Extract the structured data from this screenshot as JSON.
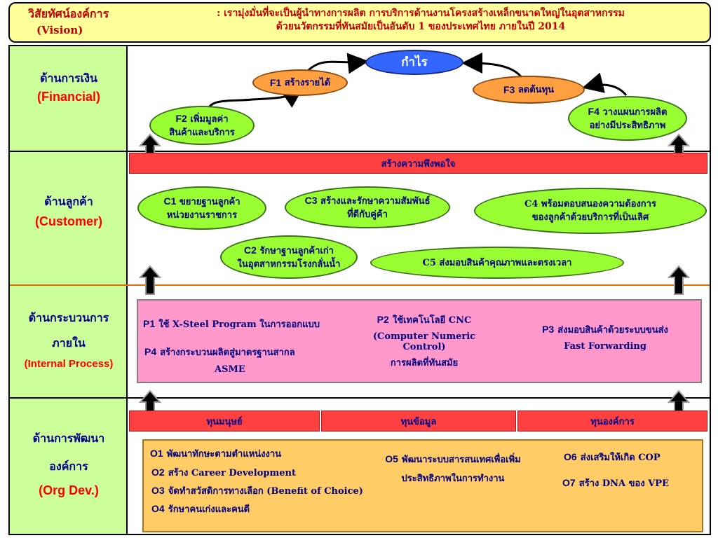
{
  "vision": {
    "title": "วิสัยทัศน์องค์การ",
    "subtitle": "(Vision)",
    "line1": ": เรามุ่งมั่นที่จะเป็นผู้นำทางการผลิต การบริการด้านงานโครงสร้างเหล็กขนาดใหญ่ในอุตสาหกรรม",
    "line2": "ด้วยนวัตกรรมที่ทันสมัยเป็นอันดับ 1 ของประเทศไทย ภายในปี 2014"
  },
  "perspectives": {
    "financial": {
      "th": "ด้านการเงิน",
      "en": "(Financial)"
    },
    "customer": {
      "th": "ด้านลูกค้า",
      "en": "(Customer)"
    },
    "internal": {
      "th1": "ด้านกระบวนการ",
      "th2": "ภายใน",
      "en": "(Internal Process)"
    },
    "orgdev": {
      "th1": "ด้านการพัฒนา",
      "th2": "องค์การ",
      "en": "(Org Dev.)"
    }
  },
  "financial": {
    "profit": "กำไร",
    "f1": {
      "code": "F1",
      "text": "สร้างรายได้"
    },
    "f2": {
      "code": "F2",
      "text1": "เพิ่มมูลค่า",
      "text2": "สินค้าและบริการ"
    },
    "f3": {
      "code": "F3",
      "text": "ลดต้นทุน"
    },
    "f4": {
      "code": "F4",
      "text1": "วางแผนการผลิต",
      "text2": "อย่างมีประสิทธิภาพ"
    }
  },
  "customer": {
    "bar": "สร้างความพึงพอใจ",
    "c1": {
      "code": "C1",
      "text1": "ขยายฐานลูกค้า",
      "text2": "หน่วยงานราชการ"
    },
    "c2": {
      "code": "C2",
      "text1": "รักษาฐานลูกค้าเก่า",
      "text2": "ในอุตสาหกรรมโรงกลั่นน้ำ"
    },
    "c3": {
      "code": "C3",
      "text1": "สร้างและรักษาความสัมพันธ์",
      "text2": "ที่ดีกับคู่ค้า"
    },
    "c4": {
      "text1": "C4 พร้อมตอบสนองความต้องการ",
      "text2": "ของลูกค้าด้วยบริการที่เป็นเลิศ"
    },
    "c5": {
      "text": "C5 ส่งมอบสินค้าคุณภาพและตรงเวลา"
    }
  },
  "internal": {
    "p1": {
      "code": "P1",
      "text": "ใช้ X-Steel Program ในการออกแบบ"
    },
    "p2": {
      "code": "P2",
      "text1": "ใช้เทคโนโลยี CNC",
      "text2": "(Computer Numeric Control)",
      "text3": "การผลิตที่ทันสมัย"
    },
    "p3": {
      "code": "P3",
      "text1": "ส่งมอบสินค้าด้วยระบบขนส่ง",
      "text2": "Fast Forwarding"
    },
    "p4": {
      "code": "P4",
      "text1": "สร้างกระบวนผลิตสู่มาตรฐานสากล",
      "text2": "ASME"
    }
  },
  "orgdev": {
    "bars": [
      "ทุนมนุษย์",
      "ทุนข้อมูล",
      "ทุนองค์การ"
    ],
    "o1": {
      "code": "O1",
      "text": "พัฒนาทักษะตามตำแหน่งงาน"
    },
    "o2": {
      "code": "O2",
      "text": "สร้าง Career Development"
    },
    "o3": {
      "code": "O3",
      "text": "จัดทำสวัสดิการทางเลือก (Benefit of Choice)"
    },
    "o4": {
      "code": "O4",
      "text": "รักษาคนเก่งและคนดี"
    },
    "o5": {
      "code": "O5",
      "text1": "พัฒนาระบบสารสนเทศเพื่อเพิ่ม",
      "text2": "ประสิทธิภาพในการทำงาน"
    },
    "o6": {
      "code": "O6",
      "text": "ส่งเสริมให้เกิด COP"
    },
    "o7": {
      "code": "O7",
      "text": "สร้าง DNA ของ VPE"
    }
  },
  "colors": {
    "vision_bg": "#ffff99",
    "label_bg": "#ccff99",
    "ellipse_green": "#99ff33",
    "ellipse_orange": "#ffa040",
    "profit_blue": "#3366ff",
    "bar_red": "#ff4040",
    "internal_pink": "#ff99cc",
    "orgdev_gold": "#ffcc66"
  },
  "icons": [
    "up-arrow-icon",
    "curved-arrow-icon"
  ]
}
